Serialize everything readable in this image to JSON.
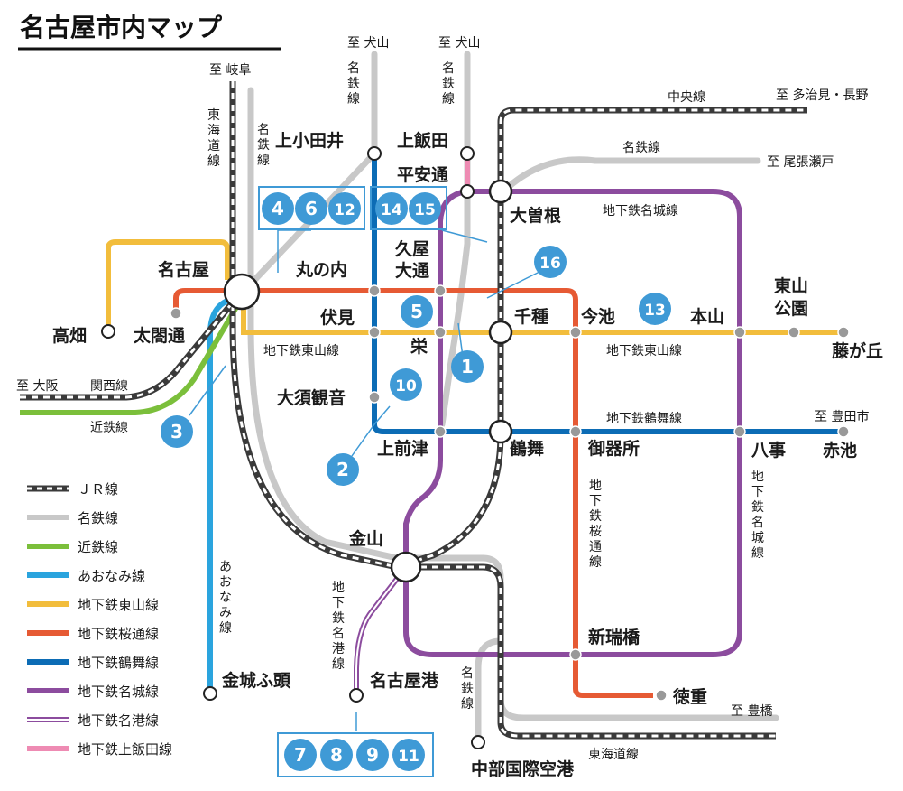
{
  "title": "名古屋市内マップ",
  "colors": {
    "jr": "#3a3a3a",
    "meitetsu": "#c8c8c8",
    "kintetsu": "#7bbf3b",
    "aonami": "#2aa4de",
    "higashiyama": "#f2bd3c",
    "sakuradori": "#e65a34",
    "tsurumai": "#0c6cb5",
    "meijo": "#8c4c9e",
    "meiko": "#8c4c9e",
    "kamiiida": "#ee8bb3",
    "badge": "#3f9ad6"
  },
  "stations": {
    "nagoya": "名古屋",
    "takabata": "高畑",
    "taikodori": "太閤通",
    "kamiotai": "上小田井",
    "kamiiida": "上飯田",
    "heiando": "平安通",
    "ozone": "大曽根",
    "marunouchi": "丸の内",
    "hisaya1": "久屋",
    "hisaya2": "大通",
    "fushimi": "伏見",
    "sakae": "栄",
    "chikusa": "千種",
    "imaike": "今池",
    "motoyama": "本山",
    "higashiyamakoen1": "東山",
    "higashiyamakoen2": "公園",
    "fujigaoka": "藤が丘",
    "osukannon": "大須観音",
    "kamimaezu": "上前津",
    "tsurumai": "鶴舞",
    "gokisho": "御器所",
    "yagoto": "八事",
    "akaike": "赤池",
    "kanayama": "金山",
    "aratamabashi": "新瑞橋",
    "tokushige": "徳重",
    "nagoyako": "名古屋港",
    "kinjofuto": "金城ふ頭",
    "centrair": "中部国際空港"
  },
  "lines": {
    "chuo": "中央線",
    "meitetsu": "名鉄線",
    "meijo": "地下鉄名城線",
    "higashiyama1": "地下鉄東山線",
    "higashiyama2": "地下鉄東山線",
    "tsurumai": "地下鉄鶴舞線",
    "kansai": "関西線",
    "kintetsu": "近鉄線",
    "tokaido": "東海道線",
    "tokaido_v": "東海道線",
    "meitetsu_v1": "名鉄線",
    "meitetsu_v2": "名鉄線",
    "meitetsu_v3": "名鉄線",
    "meitetsu_v4": "名鉄線",
    "aonami_v": "あおなみ線",
    "sakuradori_v": "地下鉄桜通線",
    "meijo_v": "地下鉄名城線",
    "meiko_v": "地下鉄名港線"
  },
  "destinations": {
    "gifu": "至 岐阜",
    "inuyama1": "至 犬山",
    "inuyama2": "至 犬山",
    "tajimi": "至 多治見・長野",
    "owariseto": "至 尾張瀬戸",
    "osaka": "至 大阪",
    "toyotashi": "至 豊田市",
    "toyohashi": "至 豊橋"
  },
  "badges": [
    "4",
    "6",
    "12",
    "14",
    "15",
    "16",
    "5",
    "13",
    "1",
    "10",
    "2",
    "3",
    "7",
    "8",
    "9",
    "11"
  ],
  "legend": [
    {
      "label": "ＪＲ線",
      "color": "#3a3a3a",
      "style": "jr"
    },
    {
      "label": "名鉄線",
      "color": "#c8c8c8",
      "style": "solid"
    },
    {
      "label": "近鉄線",
      "color": "#7bbf3b",
      "style": "solid"
    },
    {
      "label": "あおなみ線",
      "color": "#2aa4de",
      "style": "solid"
    },
    {
      "label": "地下鉄東山線",
      "color": "#f2bd3c",
      "style": "solid"
    },
    {
      "label": "地下鉄桜通線",
      "color": "#e65a34",
      "style": "solid"
    },
    {
      "label": "地下鉄鶴舞線",
      "color": "#0c6cb5",
      "style": "solid"
    },
    {
      "label": "地下鉄名城線",
      "color": "#8c4c9e",
      "style": "solid"
    },
    {
      "label": "地下鉄名港線",
      "color": "#8c4c9e",
      "style": "double"
    },
    {
      "label": "地下鉄上飯田線",
      "color": "#ee8bb3",
      "style": "solid"
    }
  ]
}
